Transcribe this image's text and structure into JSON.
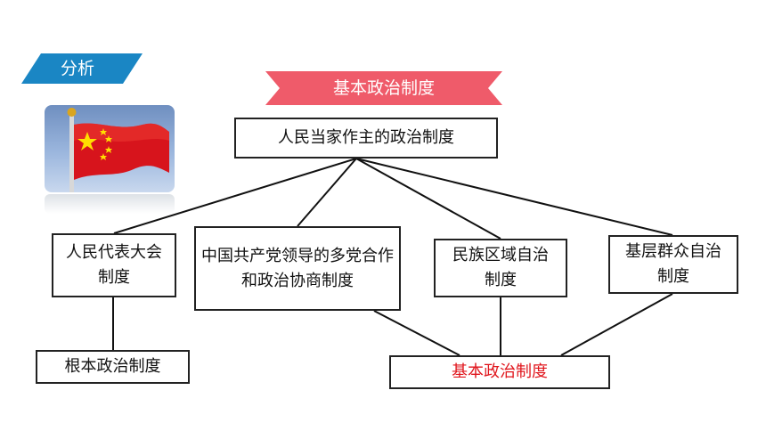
{
  "section_tag": {
    "label": "分析",
    "color": "#1a86c4"
  },
  "banner": {
    "label": "基本政治制度",
    "color": "#ef5b6a"
  },
  "root": {
    "label": "人民当家作主的政治制度"
  },
  "children": [
    {
      "id": "npc",
      "label": "人民代表大会制度"
    },
    {
      "id": "cpc",
      "label": "中国共产党领导的多党合作和政治协商制度"
    },
    {
      "id": "ethnic",
      "label": "民族区域自治制度"
    },
    {
      "id": "grassroots",
      "label": "基层群众自治制度"
    }
  ],
  "root_system": {
    "label": "根本政治制度"
  },
  "basic_system": {
    "label": "基本政治制度",
    "color": "#e0151c"
  },
  "image": {
    "description": "flag-photo"
  }
}
